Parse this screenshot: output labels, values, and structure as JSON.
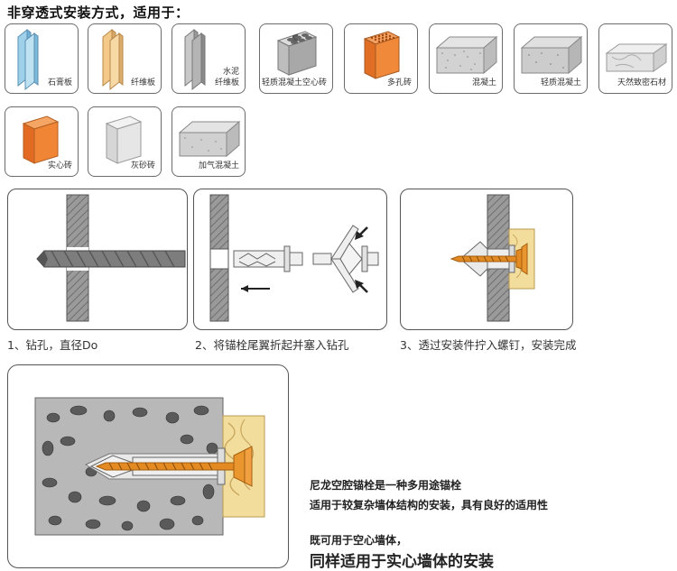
{
  "title": "非穿透式安装方式，适用于：",
  "materials": [
    {
      "label": "石膏板"
    },
    {
      "label": "纤维板"
    },
    {
      "label": "水泥",
      "label2": "纤维板"
    },
    {
      "label": "轻质混凝土空心砖"
    },
    {
      "label": "多孔砖"
    },
    {
      "label": "混凝土"
    },
    {
      "label": "轻质混凝土"
    },
    {
      "label": "天然致密石材"
    },
    {
      "label": "实心砖"
    },
    {
      "label": "灰砂砖"
    },
    {
      "label": "加气混凝土"
    }
  ],
  "steps": [
    {
      "caption": "1、钻孔，直径Do"
    },
    {
      "caption": "2、将锚栓尾翼折起并塞入钻孔"
    },
    {
      "caption": "3、透过安装件拧入螺钉，安装完成"
    }
  ],
  "description": {
    "line1": "尼龙空腔锚栓是一种多用途锚栓",
    "line2": "适用于较复杂墙体结构的安装，具有良好的适用性",
    "line3": "既可用于空心墙体，",
    "line4": "同样适用于实心墙体的安装"
  },
  "colors": {
    "accent_orange": "#f07a2a",
    "wall_gray": "#8c8c8c",
    "wood": "#f2dc9a"
  }
}
